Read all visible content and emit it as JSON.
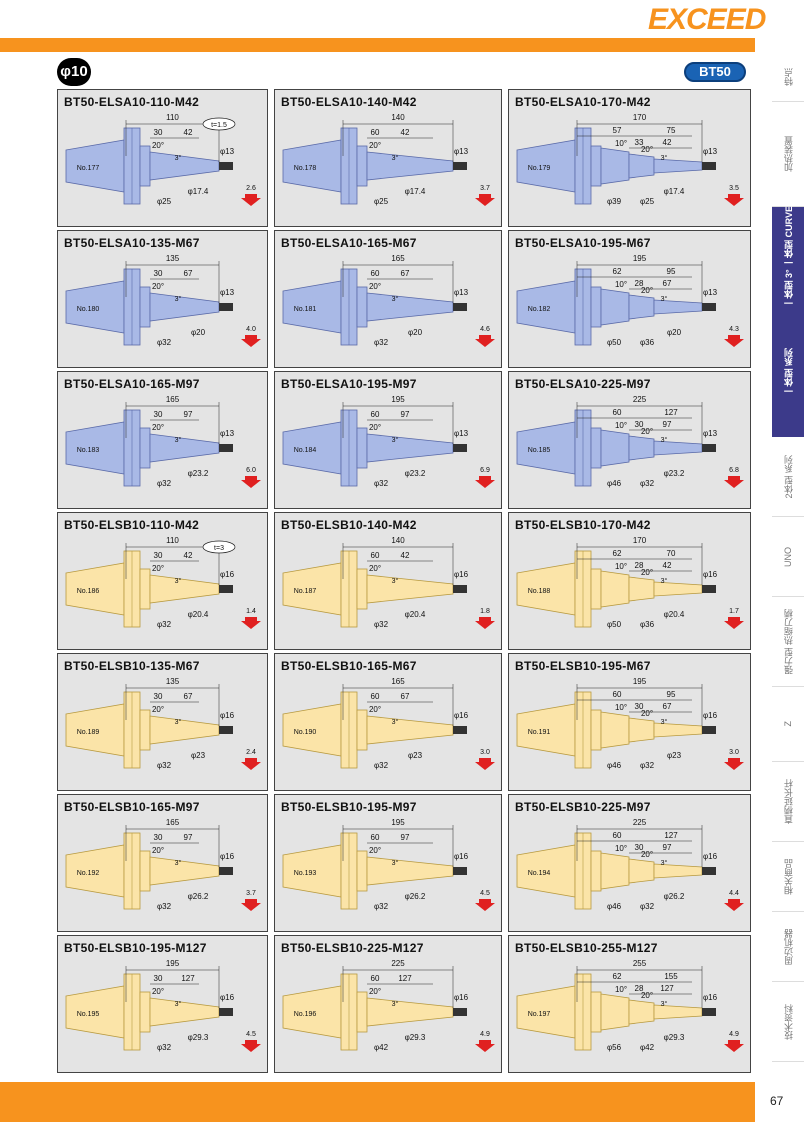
{
  "header": {
    "logo": "EXCEED",
    "diameter_badge": "φ10",
    "series_badge": "BT50"
  },
  "sidebar": {
    "items": [
      "特点",
      "加热装置",
      "一体型 3° 一体型 CURVE",
      "一体型 系列",
      "2体型 系列",
      "UNO",
      "强力型 热缩刀柄",
      "Z",
      "直柄延长杆",
      "相关商品",
      "周边机器",
      "技术资料"
    ],
    "active_index": 3
  },
  "page_number": "67",
  "colors": {
    "orange": "#f7931e",
    "blue_body": "#a9b9e6",
    "yellow_body": "#fbe4a8",
    "arrow_red": "#e02020"
  },
  "products": [
    {
      "title": "BT50-ELSA10-110-M42",
      "no": "No.177",
      "weight": "2.6",
      "color": "blue",
      "total": "110",
      "d1": "30",
      "d2": "42",
      "d3": "",
      "ang1": "20°",
      "ang2": "",
      "tip": "φ13",
      "dia_a": "φ25",
      "dia_b": "φ17.4",
      "dia_c": "",
      "t": "t=1.5"
    },
    {
      "title": "BT50-ELSA10-140-M42",
      "no": "No.178",
      "weight": "3.7",
      "color": "blue",
      "total": "140",
      "d1": "60",
      "d2": "42",
      "d3": "",
      "ang1": "20°",
      "ang2": "",
      "tip": "φ13",
      "dia_a": "φ25",
      "dia_b": "φ17.4",
      "dia_c": "",
      "t": ""
    },
    {
      "title": "BT50-ELSA10-170-M42",
      "no": "No.179",
      "weight": "3.5",
      "color": "blue",
      "total": "170",
      "d1": "57",
      "d2": "75",
      "d3": "33",
      "d4": "42",
      "ang1": "10°",
      "ang2": "20°",
      "tip": "φ13",
      "dia_a": "φ39",
      "dia_b": "φ25",
      "dia_c": "φ17.4",
      "t": ""
    },
    {
      "title": "BT50-ELSA10-135-M67",
      "no": "No.180",
      "weight": "4.0",
      "color": "blue",
      "total": "135",
      "d1": "30",
      "d2": "67",
      "d3": "",
      "ang1": "20°",
      "ang2": "",
      "tip": "φ13",
      "dia_a": "φ32",
      "dia_b": "φ20",
      "dia_c": "",
      "t": ""
    },
    {
      "title": "BT50-ELSA10-165-M67",
      "no": "No.181",
      "weight": "4.6",
      "color": "blue",
      "total": "165",
      "d1": "60",
      "d2": "67",
      "d3": "",
      "ang1": "20°",
      "ang2": "",
      "tip": "φ13",
      "dia_a": "φ32",
      "dia_b": "φ20",
      "dia_c": "",
      "t": ""
    },
    {
      "title": "BT50-ELSA10-195-M67",
      "no": "No.182",
      "weight": "4.3",
      "color": "blue",
      "total": "195",
      "d1": "62",
      "d2": "95",
      "d3": "28",
      "d4": "67",
      "ang1": "10°",
      "ang2": "20°",
      "tip": "φ13",
      "dia_a": "φ50",
      "dia_b": "φ36",
      "dia_c": "φ20",
      "t": ""
    },
    {
      "title": "BT50-ELSA10-165-M97",
      "no": "No.183",
      "weight": "6.0",
      "color": "blue",
      "total": "165",
      "d1": "30",
      "d2": "97",
      "d3": "",
      "ang1": "20°",
      "ang2": "",
      "tip": "φ13",
      "dia_a": "φ32",
      "dia_b": "φ23.2",
      "dia_c": "",
      "t": ""
    },
    {
      "title": "BT50-ELSA10-195-M97",
      "no": "No.184",
      "weight": "6.9",
      "color": "blue",
      "total": "195",
      "d1": "60",
      "d2": "97",
      "d3": "",
      "ang1": "20°",
      "ang2": "",
      "tip": "φ13",
      "dia_a": "φ32",
      "dia_b": "φ23.2",
      "dia_c": "",
      "t": ""
    },
    {
      "title": "BT50-ELSA10-225-M97",
      "no": "No.185",
      "weight": "6.8",
      "color": "blue",
      "total": "225",
      "d1": "60",
      "d2": "127",
      "d3": "30",
      "d4": "97",
      "ang1": "10°",
      "ang2": "20°",
      "tip": "φ13",
      "dia_a": "φ46",
      "dia_b": "φ32",
      "dia_c": "φ23.2",
      "t": ""
    },
    {
      "title": "BT50-ELSB10-110-M42",
      "no": "No.186",
      "weight": "1.4",
      "color": "yellow",
      "total": "110",
      "d1": "30",
      "d2": "42",
      "d3": "",
      "ang1": "20°",
      "ang2": "",
      "tip": "φ16",
      "dia_a": "φ32",
      "dia_b": "φ20.4",
      "dia_c": "",
      "t": "t=3"
    },
    {
      "title": "BT50-ELSB10-140-M42",
      "no": "No.187",
      "weight": "1.8",
      "color": "yellow",
      "total": "140",
      "d1": "60",
      "d2": "42",
      "d3": "",
      "ang1": "20°",
      "ang2": "",
      "tip": "φ16",
      "dia_a": "φ32",
      "dia_b": "φ20.4",
      "dia_c": "",
      "t": ""
    },
    {
      "title": "BT50-ELSB10-170-M42",
      "no": "No.188",
      "weight": "1.7",
      "color": "yellow",
      "total": "170",
      "d1": "62",
      "d2": "70",
      "d3": "28",
      "d4": "42",
      "ang1": "10°",
      "ang2": "20°",
      "tip": "φ16",
      "dia_a": "φ50",
      "dia_b": "φ36",
      "dia_c": "φ20.4",
      "t": ""
    },
    {
      "title": "BT50-ELSB10-135-M67",
      "no": "No.189",
      "weight": "2.4",
      "color": "yellow",
      "total": "135",
      "d1": "30",
      "d2": "67",
      "d3": "",
      "ang1": "20°",
      "ang2": "",
      "tip": "φ16",
      "dia_a": "φ32",
      "dia_b": "φ23",
      "dia_c": "",
      "t": ""
    },
    {
      "title": "BT50-ELSB10-165-M67",
      "no": "No.190",
      "weight": "3.0",
      "color": "yellow",
      "total": "165",
      "d1": "60",
      "d2": "67",
      "d3": "",
      "ang1": "20°",
      "ang2": "",
      "tip": "φ16",
      "dia_a": "φ32",
      "dia_b": "φ23",
      "dia_c": "",
      "t": ""
    },
    {
      "title": "BT50-ELSB10-195-M67",
      "no": "No.191",
      "weight": "3.0",
      "color": "yellow",
      "total": "195",
      "d1": "60",
      "d2": "95",
      "d3": "30",
      "d4": "67",
      "ang1": "10°",
      "ang2": "20°",
      "tip": "φ16",
      "dia_a": "φ46",
      "dia_b": "φ32",
      "dia_c": "φ23",
      "t": ""
    },
    {
      "title": "BT50-ELSB10-165-M97",
      "no": "No.192",
      "weight": "3.7",
      "color": "yellow",
      "total": "165",
      "d1": "30",
      "d2": "97",
      "d3": "",
      "ang1": "20°",
      "ang2": "",
      "tip": "φ16",
      "dia_a": "φ32",
      "dia_b": "φ26.2",
      "dia_c": "",
      "t": ""
    },
    {
      "title": "BT50-ELSB10-195-M97",
      "no": "No.193",
      "weight": "4.5",
      "color": "yellow",
      "total": "195",
      "d1": "60",
      "d2": "97",
      "d3": "",
      "ang1": "20°",
      "ang2": "",
      "tip": "φ16",
      "dia_a": "φ32",
      "dia_b": "φ26.2",
      "dia_c": "",
      "t": ""
    },
    {
      "title": "BT50-ELSB10-225-M97",
      "no": "No.194",
      "weight": "4.4",
      "color": "yellow",
      "total": "225",
      "d1": "60",
      "d2": "127",
      "d3": "30",
      "d4": "97",
      "ang1": "10°",
      "ang2": "20°",
      "tip": "φ16",
      "dia_a": "φ46",
      "dia_b": "φ32",
      "dia_c": "φ26.2",
      "t": ""
    },
    {
      "title": "BT50-ELSB10-195-M127",
      "no": "No.195",
      "weight": "4.5",
      "color": "yellow",
      "total": "195",
      "d1": "30",
      "d2": "127",
      "d3": "",
      "ang1": "20°",
      "ang2": "",
      "tip": "φ16",
      "dia_a": "φ32",
      "dia_b": "φ29.3",
      "dia_c": "",
      "t": ""
    },
    {
      "title": "BT50-ELSB10-225-M127",
      "no": "No.196",
      "weight": "4.9",
      "color": "yellow",
      "total": "225",
      "d1": "60",
      "d2": "127",
      "d3": "",
      "ang1": "20°",
      "ang2": "",
      "tip": "φ16",
      "dia_a": "φ42",
      "dia_b": "φ29.3",
      "dia_c": "",
      "t": ""
    },
    {
      "title": "BT50-ELSB10-255-M127",
      "no": "No.197",
      "weight": "4.9",
      "color": "yellow",
      "total": "255",
      "d1": "62",
      "d2": "155",
      "d3": "28",
      "d4": "127",
      "ang1": "10°",
      "ang2": "20°",
      "tip": "φ16",
      "dia_a": "φ56",
      "dia_b": "φ42",
      "dia_c": "φ29.3",
      "t": ""
    }
  ]
}
